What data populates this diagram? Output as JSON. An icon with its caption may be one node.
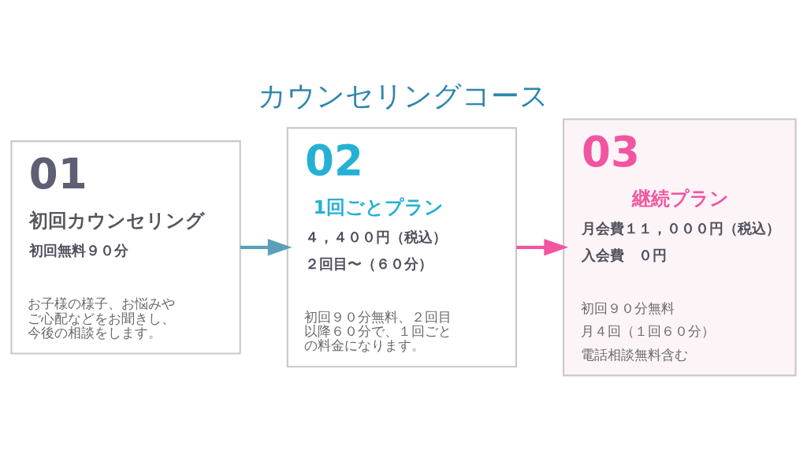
{
  "diagram": {
    "title": "カウンセリングコース",
    "nodes": [
      {
        "text": [
          "01",
          "初回カウンセリング",
          "初回無料９０分",
          "お子様の様子、お悩みやご心配などをお聞きし、今後の相談をします。"
        ]
      },
      {
        "text": [
          "02",
          "1回ごとプラン",
          "４，４００円（税込）",
          "２回目〜（６０分）",
          "初回９０分無料、２回目以降６０分で、１回ごとの料金になります。"
        ]
      },
      {
        "text": [
          "03",
          "継続プラン",
          "月会費１１，０００円（税込）",
          "入会費　０円",
          "初回９０分無料",
          "月４回（１回６０分）",
          "電話相談無料含む"
        ]
      }
    ],
    "edges": [
      {
        "from": 0,
        "to": 1,
        "arrow": "to",
        "color": "#5b9fba"
      },
      {
        "from": 1,
        "to": 2,
        "arrow": "to",
        "color": "#f2559f"
      }
    ]
  }
}
